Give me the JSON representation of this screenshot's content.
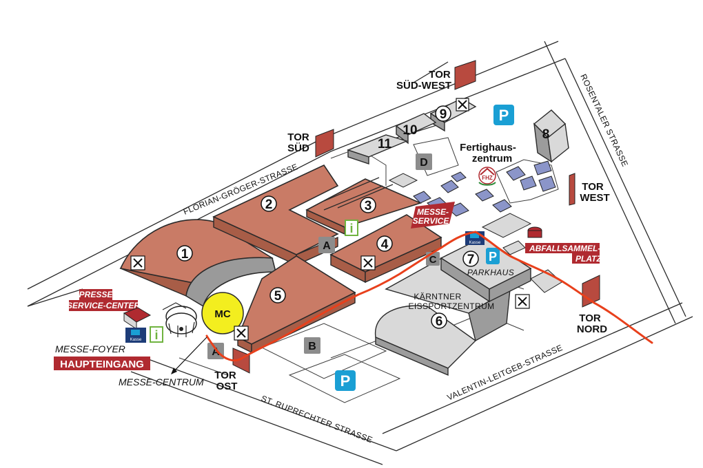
{
  "halls": [
    {
      "id": "1",
      "label": "1"
    },
    {
      "id": "2",
      "label": "2"
    },
    {
      "id": "3",
      "label": "3"
    },
    {
      "id": "4",
      "label": "4"
    },
    {
      "id": "5",
      "label": "5"
    },
    {
      "id": "6",
      "label": "6"
    },
    {
      "id": "7",
      "label": "7"
    },
    {
      "id": "8",
      "label": "8"
    },
    {
      "id": "9",
      "label": "9"
    },
    {
      "id": "10",
      "label": "10"
    },
    {
      "id": "11",
      "label": "11"
    }
  ],
  "zones": {
    "a": "A",
    "b": "B",
    "c": "C",
    "d": "D"
  },
  "mc_label": "MC",
  "gates": {
    "ost": [
      "TOR",
      "OST"
    ],
    "sued": [
      "TOR",
      "SÜD"
    ],
    "suedwest": [
      "TOR",
      "SÜD-WEST"
    ],
    "west": [
      "TOR",
      "WEST"
    ],
    "nord": [
      "TOR",
      "NORD"
    ]
  },
  "streets": {
    "florian": "FLORIAN-GRÖGER-STRASSE",
    "rosentaler": "ROSENTALER STRASSE",
    "ruprechter": "ST. RUPRECHTER STRASSE",
    "valentin": "VALENTIN-LEITGEB-STRASSE"
  },
  "labels": {
    "fertighaus": [
      "Fertighaus-",
      "zentrum"
    ],
    "fhz": "FHZ",
    "messe_service": [
      "MESSE-",
      "SERVICE"
    ],
    "presse": [
      "PRESSE",
      "SERVICE-CENTER"
    ],
    "abfall": [
      "ABFALLSAMMEL-",
      "PLATZ"
    ],
    "foyer": "MESSE-FOYER",
    "haupteingang": "HAUPTEINGANG",
    "messe_centrum": "MESSE-CENTRUM",
    "parkhaus": "PARKHAUS",
    "eissport": [
      "KÄRNTNER",
      "EISSPORTZENTRUM"
    ],
    "parking": "P",
    "info": "i",
    "kasse": "Kasse"
  },
  "colors": {
    "hall": "#c97b66",
    "hall_dark": "#a85d47",
    "route": "#e8401c",
    "parking": "#1a9fd4",
    "gate": "#b84a3f",
    "service": "#b02a30",
    "info": "#6fb33f",
    "mc": "#f3ee1f"
  }
}
